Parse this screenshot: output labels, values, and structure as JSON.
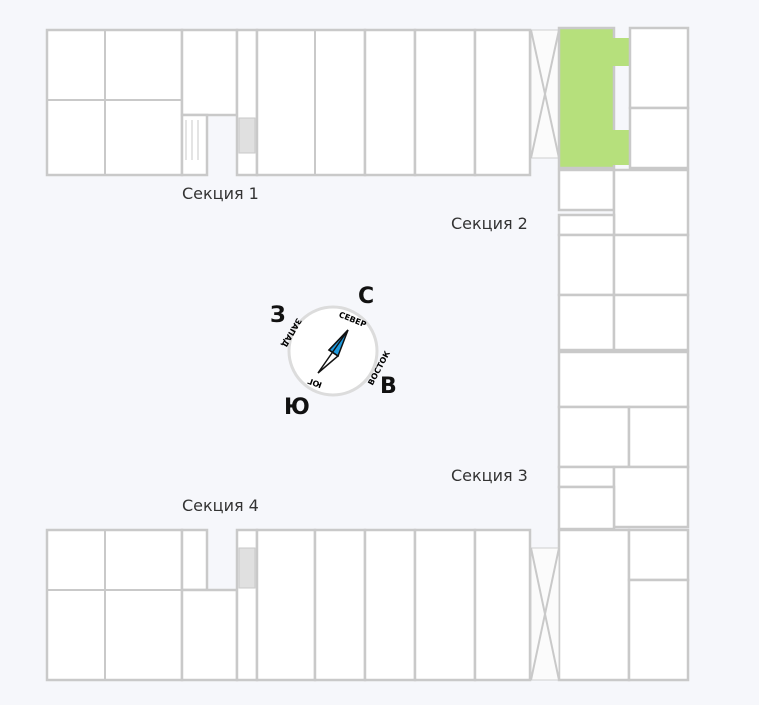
{
  "sections": [
    {
      "label": "Секция 1"
    },
    {
      "label": "Секция 2"
    },
    {
      "label": "Секция 3"
    },
    {
      "label": "Секция 4"
    }
  ],
  "compass": {
    "north_letter": "С",
    "east_letter": "В",
    "south_letter": "Ю",
    "west_letter": "З",
    "north_word": "СЕВЕР",
    "east_word": "ВОСТОК",
    "south_word": "ЮГ",
    "west_word": "ЗАПАД",
    "needle_color": "#1e9be0"
  },
  "colors": {
    "highlighted_unit": "#b6e07c",
    "wall": "#c9c9c9",
    "background": "#f6f7fb"
  }
}
